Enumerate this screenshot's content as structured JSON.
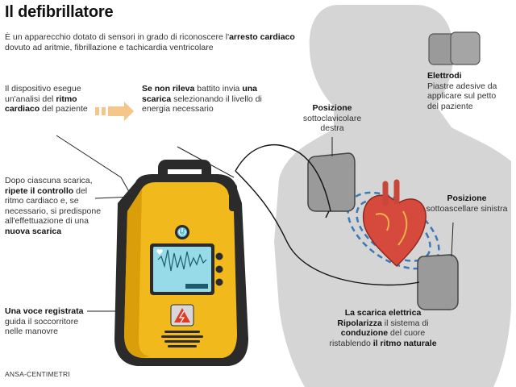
{
  "title": "Il defibrillatore",
  "intro": {
    "t1": "È un apparecchio dotato di sensori in grado di riconoscere l'",
    "b1": "arresto cardiaco",
    "t2": " dovuto ad aritmie, fibrillazione e tachicardia ventricolare"
  },
  "analysis": {
    "t1": "Il dispositivo esegue un'analisi del ",
    "b1": "ritmo cardiaco",
    "t2": " del paziente"
  },
  "shock": {
    "b1": "Se non rileva",
    "t1": " battito invia ",
    "b2": "una scarica",
    "t2": " selezionando il livello di energia necessario"
  },
  "control": {
    "t1": "Dopo ciascuna scarica, ",
    "b1": "ripete il controllo",
    "t2": " del ritmo cardiaco e, se necessario, si predispone all'effettuazione di una ",
    "b2": "nuova scarica"
  },
  "voice": {
    "b1": "Una voce registrata",
    "t1": " guida il soccorritore nelle manovre"
  },
  "electrodes": {
    "b1": "Elettrodi",
    "t1": "Piastre adesive da applicare sul petto del paziente"
  },
  "pos_sub": {
    "b1": "Posizione",
    "t1": "sottoclavicolare destra"
  },
  "pos_axil": {
    "b1": "Posizione",
    "t1": "sottoascellare sinistra"
  },
  "discharge": {
    "b1": "La scarica elettrica",
    "b2": "Ripolarizza",
    "t1": " il sistema di ",
    "b3": "conduzione",
    "t2": " del cuore ristablendo ",
    "b4": "il ritmo naturale"
  },
  "screen_icon": "heart-icon",
  "button_icon": "power-icon",
  "warning_icon": "lightning-warning-icon",
  "source": "ANSA-CENTIMETRI",
  "colors": {
    "device": "#f2b91c",
    "device_shell": "#2b2b2b",
    "body": "#d5d5d5",
    "electrode": "#9a9a9a",
    "arrow": "#f5c68a",
    "heart": "#d54a3c",
    "screen": "#98dbe8"
  }
}
